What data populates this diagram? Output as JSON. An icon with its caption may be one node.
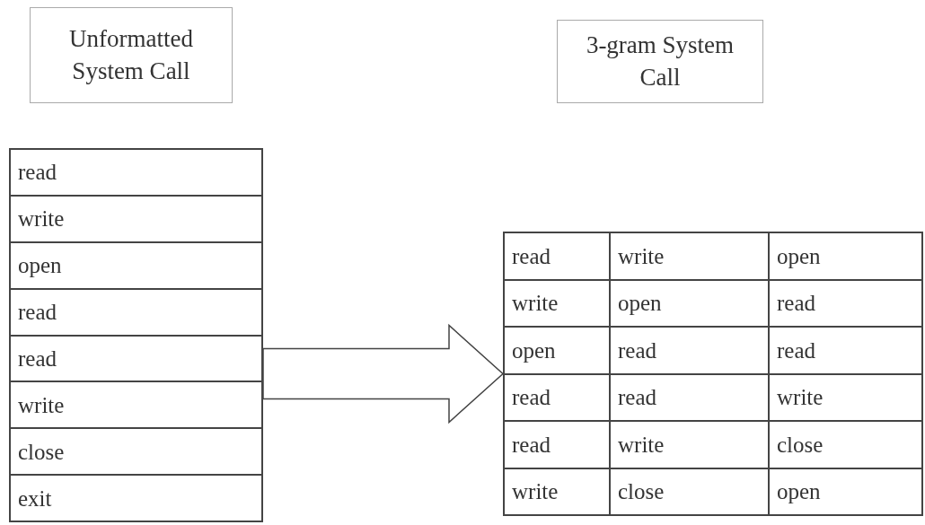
{
  "diagram": {
    "nodes": [
      {
        "text": [
          "Unformatted System Call"
        ]
      },
      {
        "text": [
          "3-gram System Call"
        ]
      },
      {
        "text": [
          "read",
          "write",
          "open",
          "read",
          "read",
          "write",
          "close",
          "exit"
        ]
      },
      {
        "text": [
          "read",
          "write",
          "open",
          "write",
          "open",
          "read",
          "open",
          "read",
          "read",
          "read",
          "read",
          "write",
          "read",
          "write",
          "close",
          "write",
          "close",
          "open"
        ]
      }
    ],
    "edges": [
      {
        "from": 2,
        "to": 3,
        "arrow": "to",
        "style": "thick"
      }
    ]
  }
}
